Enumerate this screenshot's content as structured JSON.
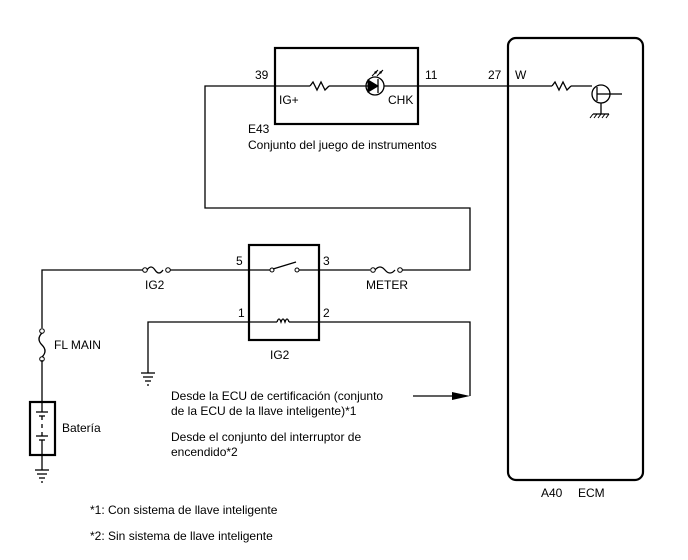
{
  "pins": {
    "e43_39": "39",
    "e43_11": "11",
    "a40_27": "27",
    "a40_w": "W",
    "ig2_5": "5",
    "ig2_3": "3",
    "ig2_1": "1",
    "ig2_2": "2"
  },
  "terminals": {
    "ig_plus": "IG+",
    "chk": "CHK"
  },
  "components": {
    "e43_code": "E43",
    "e43_name": "Conjunto del juego de instrumentos",
    "ecm_code": "A40",
    "ecm_name": "ECM",
    "relay_name": "IG2",
    "fuse_ig2": "IG2",
    "fuse_meter": "METER",
    "fuse_fl_main": "FL MAIN",
    "battery": "Batería"
  },
  "sources": {
    "line1": "Desde la ECU de certificación (conjunto",
    "line2": "de la ECU de la llave inteligente)*1",
    "line3": "Desde el conjunto del interruptor de",
    "line4": "encendido*2"
  },
  "notes": {
    "note1": "*1: Con sistema de llave inteligente",
    "note2": "*2: Sin sistema de llave inteligente"
  }
}
